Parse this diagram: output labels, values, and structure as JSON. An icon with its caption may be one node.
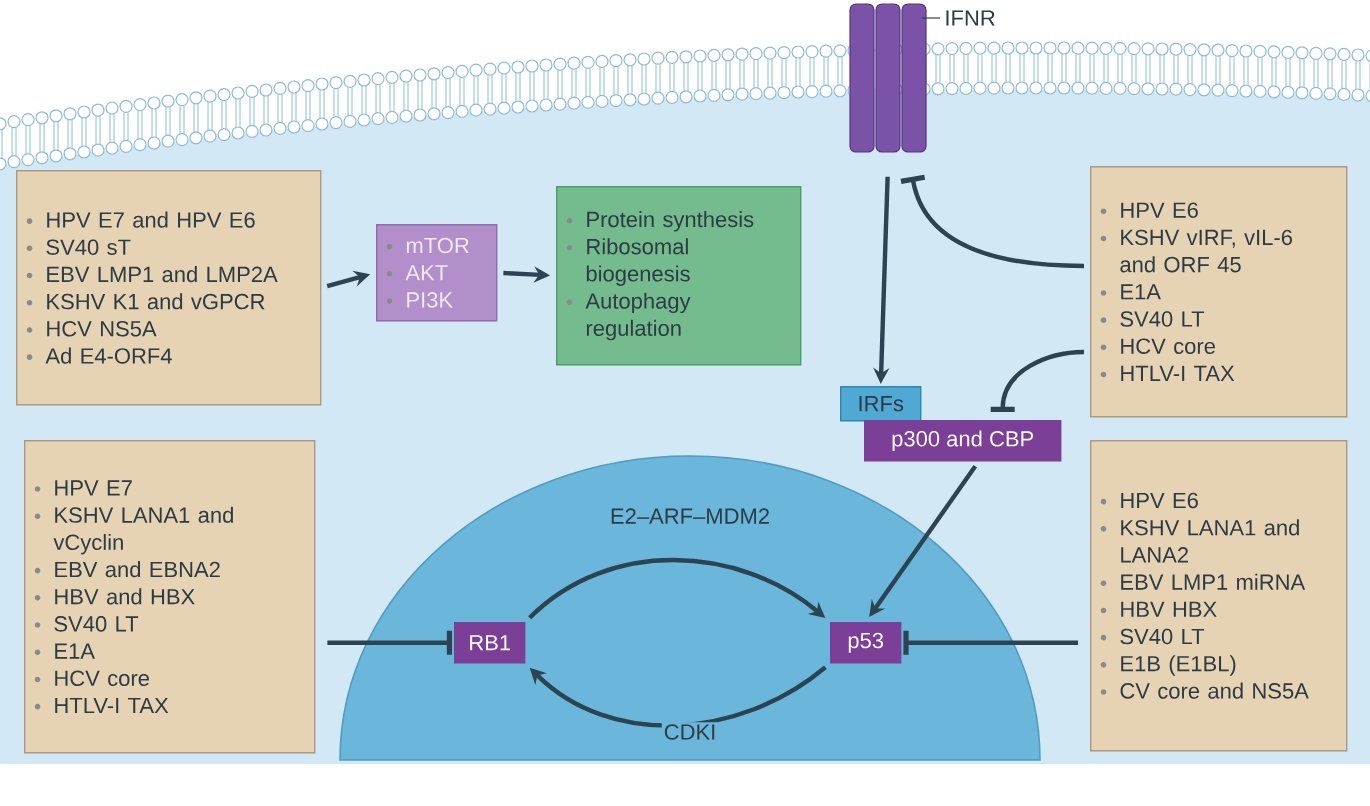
{
  "diagram": {
    "nodes": [
      {
        "text": [
          "HPV E7 and HPV E6",
          "SV40 sT",
          "EBV LMP1 and LMP2A",
          "KSHV K1 and vGPCR",
          "HCV NS5A",
          "Ad E4-ORF4"
        ]
      },
      {
        "text": [
          "mTOR",
          "AKT",
          "PI3K"
        ]
      },
      {
        "text": [
          "Protein synthesis",
          "Ribosomal biogenesis",
          "Autophagy regulation"
        ]
      },
      {
        "text": [
          "IFNR"
        ]
      },
      {
        "text": [
          "HPV E6",
          "KSHV vIRF, vIL-6 and ORF 45",
          "E1A",
          "SV40 LT",
          "HCV core",
          "HTLV-I TAX"
        ]
      },
      {
        "text": [
          "IRFs"
        ]
      },
      {
        "text": [
          "p300 and CBP"
        ]
      },
      {
        "text": [
          "HPV E7",
          "KSHV LANA1 and vCyclin",
          "EBV and EBNA2",
          "HBV and HBX",
          "SV40 LT",
          "E1A",
          "HCV core",
          "HTLV-I TAX"
        ]
      },
      {
        "text": [
          "RB1"
        ]
      },
      {
        "text": [
          "p53"
        ]
      },
      {
        "text": [
          "HPV E6",
          "KSHV LANA1 and LANA2",
          "EBV LMP1 miRNA",
          "HBV HBX",
          "SV40 LT",
          "E1B (E1BL)",
          "CV core and NS5A"
        ]
      }
    ],
    "edges": [
      {
        "from": 0,
        "to": 1,
        "arrow": "to"
      },
      {
        "from": 1,
        "to": 2,
        "arrow": "to"
      },
      {
        "from": 3,
        "to": 5,
        "arrow": "to"
      },
      {
        "from": 4,
        "to": 3,
        "arrow": "other"
      },
      {
        "from": 4,
        "to": 6,
        "arrow": "other"
      },
      {
        "from": 6,
        "to": 9,
        "arrow": "to"
      },
      {
        "from": 7,
        "to": 8,
        "arrow": "other"
      },
      {
        "from": 8,
        "to": 9,
        "arrow": "to",
        "label": "E2–ARF–MDM2"
      },
      {
        "from": 9,
        "to": 8,
        "arrow": "to",
        "label": "CDKI"
      },
      {
        "from": 10,
        "to": 9,
        "arrow": "other"
      }
    ]
  }
}
